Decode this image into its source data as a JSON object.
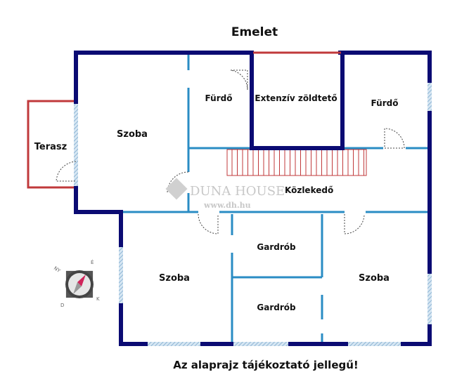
{
  "title": "Emelet",
  "rooms": {
    "szoba_1": "Szoba",
    "furdo_1": "Fürdő",
    "extenziv": "Extenzív zöldtető",
    "furdo_2": "Fürdő",
    "terasz": "Terasz",
    "kozlekedo": "Közlekedő",
    "szoba_2": "Szoba",
    "gardrob_1": "Gardrób",
    "szoba_3": "Szoba",
    "gardrob_2": "Gardrób"
  },
  "watermark": {
    "brand": "DUNA HOUSE",
    "url": "www.dh.hu"
  },
  "compass": {
    "nw": "NY",
    "ne": "É",
    "se": "K",
    "sw": "D"
  },
  "footer": "Az alaprajz tájékoztató jellegű!",
  "colors": {
    "outer_wall": "#0b0b73",
    "inner_wall": "#2a8cc4",
    "terrace": "#c0393b",
    "window": "#a9c8e0"
  }
}
